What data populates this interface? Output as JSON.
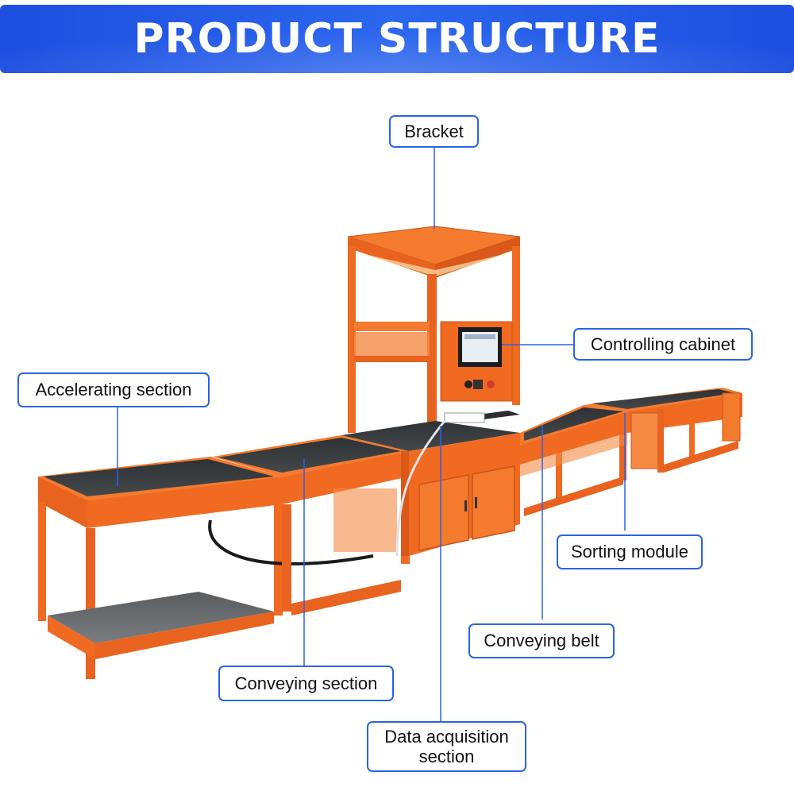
{
  "banner": {
    "title": "PRODUCT  STRUCTURE"
  },
  "labels": {
    "bracket": "Bracket",
    "controlling_cabinet": "Controlling cabinet",
    "accelerating_section": "Accelerating section",
    "sorting_module": "Sorting module",
    "conveying_belt": "Conveying belt",
    "conveying_section": "Conveying section",
    "data_acquisition_line1": "Data acquisition",
    "data_acquisition_line2": "section"
  },
  "colors": {
    "banner_blue": "#2b66ee",
    "callout_blue": "#2a63e8",
    "frame_orange": "#f26a21",
    "belt_dark": "#3a3d40"
  }
}
